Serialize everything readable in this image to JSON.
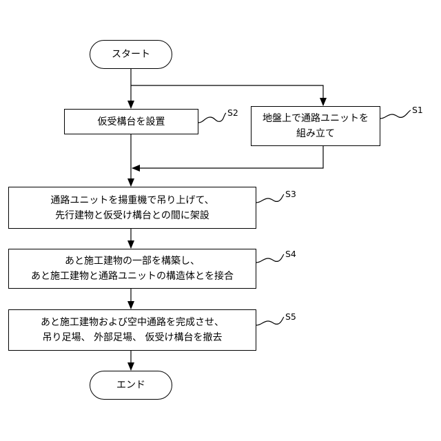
{
  "start": {
    "label": "スタート"
  },
  "end": {
    "label": "エンド"
  },
  "steps": {
    "s2": {
      "tag": "S2",
      "lines": [
        "仮受構台を設置"
      ]
    },
    "s1": {
      "tag": "S1",
      "lines": [
        "地盤上で通路ユニットを",
        "組み立て"
      ]
    },
    "s3": {
      "tag": "S3",
      "lines": [
        "通路ユニットを揚重機で吊り上げて、",
        "先行建物と仮受け構台との間に架設"
      ]
    },
    "s4": {
      "tag": "S4",
      "lines": [
        "あと施工建物の一部を構築し、",
        "あと施工建物と通路ユニットの構造体とを接合"
      ]
    },
    "s5": {
      "tag": "S5",
      "lines": [
        "あと施工建物および空中通路を完成させ、",
        "吊り足場、 外部足場、 仮受け構台を撤去"
      ]
    }
  }
}
